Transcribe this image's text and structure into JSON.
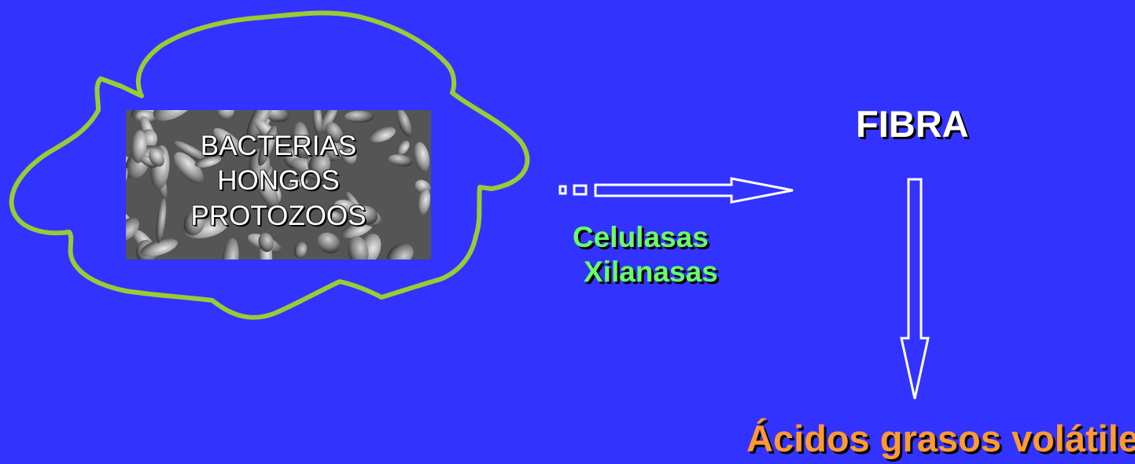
{
  "microorganisms": [
    "BACTERIAS",
    "HONGOS",
    "PROTOZOOS"
  ],
  "enzymes": [
    "Celulasas",
    "Xilanasas"
  ],
  "substrate": "FIBRA",
  "product": "Ácidos grasos volátiles",
  "colors": {
    "background": "#3333FF",
    "outline": "#99CC33",
    "enzyme_text": "#66FF66",
    "product_text": "#FF9933",
    "label_text": "#FFFFFF"
  }
}
